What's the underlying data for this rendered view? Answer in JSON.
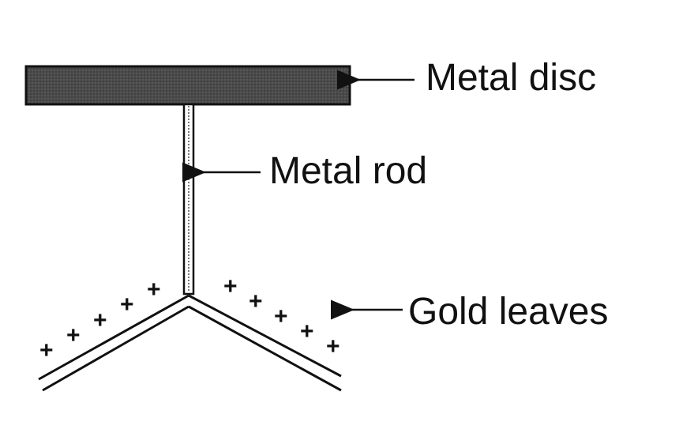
{
  "diagram": {
    "labels": {
      "disc": "Metal disc",
      "rod": "Metal rod",
      "leaves": "Gold leaves"
    },
    "charge_symbol": "+",
    "colors": {
      "ink": "#111111",
      "disc_fill": "#4a4a4a",
      "background": "#ffffff"
    }
  }
}
